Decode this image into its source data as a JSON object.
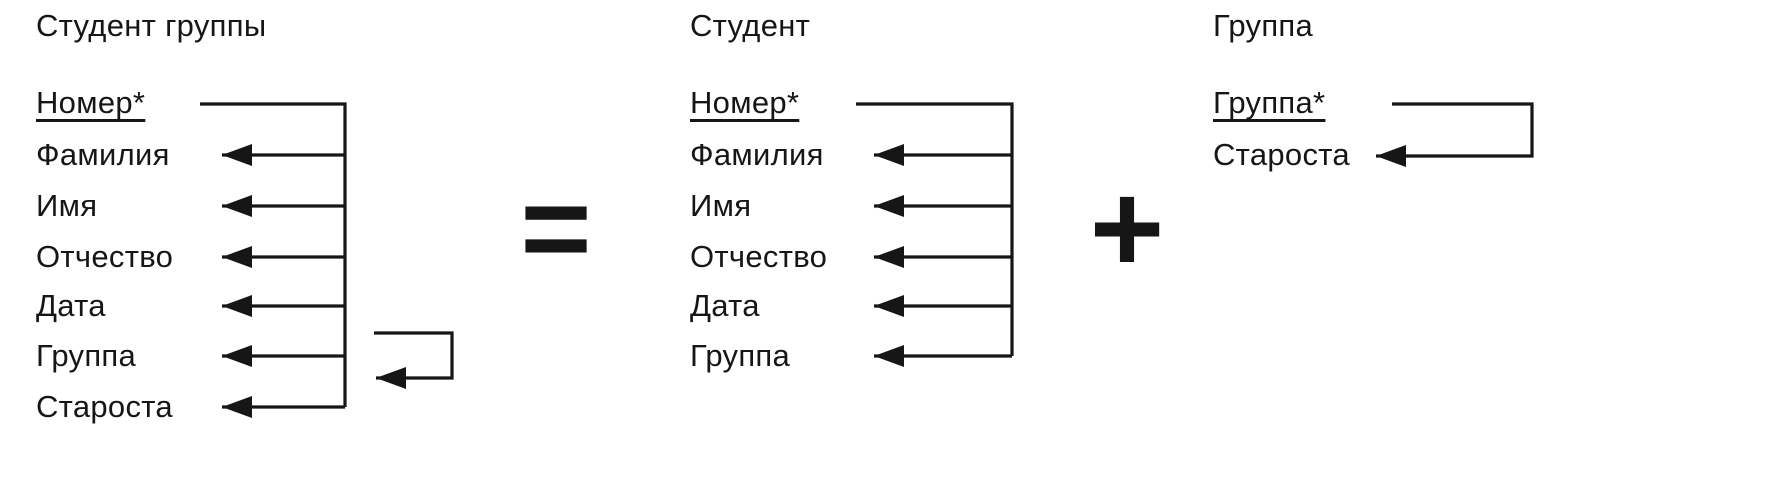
{
  "diagram": {
    "relations": [
      {
        "title": "Студент группы",
        "key": "Номер*",
        "attributes": [
          "Фамилия",
          "Имя",
          "Отчество",
          "Дата",
          "Группа",
          "Староста"
        ]
      },
      {
        "title": "Студент",
        "key": "Номер*",
        "attributes": [
          "Фамилия",
          "Имя",
          "Отчество",
          "Дата",
          "Группа"
        ]
      },
      {
        "title": "Группа",
        "key": "Группа*",
        "attributes": [
          "Староста"
        ]
      }
    ],
    "operators": {
      "equals": "=",
      "plus": "+"
    },
    "colors": {
      "ink": "#161616",
      "background": "#ffffff"
    }
  }
}
